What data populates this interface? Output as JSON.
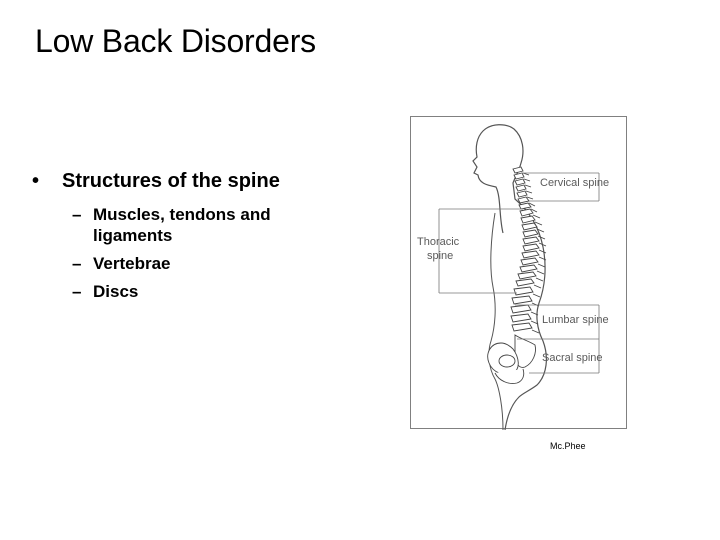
{
  "slide": {
    "title": "Low Back Disorders",
    "bullets": [
      {
        "text": "Structures of the spine",
        "subitems": [
          "Muscles, tendons and ligaments",
          "Vertebrae",
          "Discs"
        ]
      }
    ],
    "figure": {
      "labels": {
        "cervical": "Cervical spine",
        "thoracic_line1": "Thoracic",
        "thoracic_line2": "spine",
        "lumbar": "Lumbar spine",
        "sacral": "Sacral spine"
      },
      "credit": "Mc.Phee",
      "line_color": "#555555"
    },
    "glyphs": {
      "bullet": "•",
      "dash": "–"
    }
  }
}
